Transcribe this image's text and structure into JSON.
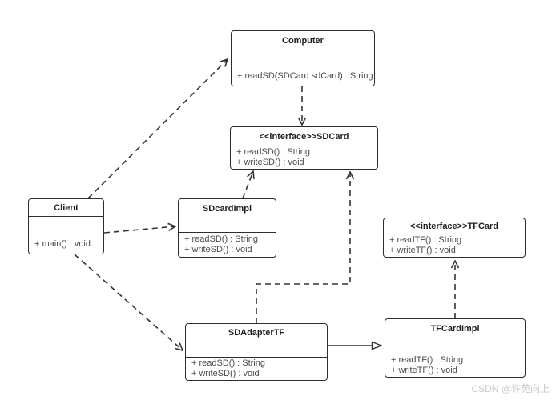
{
  "diagram": {
    "classes": [
      {
        "name": "Computer",
        "attributes": [],
        "methods": [
          "+ readSD(SDCard sdCard) : String"
        ]
      },
      {
        "name": "<<interface>>SDCard",
        "attributes": [],
        "methods": [
          "+ readSD() : String",
          "+ writeSD() : void"
        ]
      },
      {
        "name": "Client",
        "attributes": [],
        "methods": [
          "+ main() : void"
        ]
      },
      {
        "name": "SDcardImpl",
        "attributes": [],
        "methods": [
          "+ readSD() : String",
          "+ writeSD() : void"
        ]
      },
      {
        "name": "<<interface>>TFCard",
        "attributes": [],
        "methods": [
          "+ readTF() : String",
          "+ writeTF() : void"
        ]
      },
      {
        "name": "SDAdapterTF",
        "attributes": [],
        "methods": [
          "+ readSD() : String",
          "+ writeSD() : void"
        ]
      },
      {
        "name": "TFCardImpl",
        "attributes": [],
        "methods": [
          "+ readTF() : String",
          "+ writeTF() : void"
        ]
      }
    ],
    "relationships": [
      {
        "from": "Client",
        "to": "Computer",
        "type": "dependency",
        "line": "dashed",
        "arrow": "open"
      },
      {
        "from": "Computer",
        "to": "SDCard",
        "type": "dependency",
        "line": "dashed",
        "arrow": "open"
      },
      {
        "from": "SDcardImpl",
        "to": "SDCard",
        "type": "realization",
        "line": "dashed",
        "arrow": "open"
      },
      {
        "from": "Client",
        "to": "SDcardImpl",
        "type": "dependency",
        "line": "dashed",
        "arrow": "open"
      },
      {
        "from": "Client",
        "to": "SDAdapterTF",
        "type": "dependency",
        "line": "dashed",
        "arrow": "open"
      },
      {
        "from": "SDAdapterTF",
        "to": "SDCard",
        "type": "realization",
        "line": "dashed",
        "arrow": "open"
      },
      {
        "from": "SDAdapterTF",
        "to": "TFCardImpl",
        "type": "generalization",
        "line": "solid",
        "arrow": "hollow-triangle"
      },
      {
        "from": "TFCardImpl",
        "to": "TFCard",
        "type": "realization",
        "line": "dashed",
        "arrow": "open"
      }
    ],
    "colors": {
      "background": "#ffffff",
      "box_border": "#2d2d2d",
      "title_text": "#1f1f1f",
      "member_text": "#4a4a4a",
      "connector": "#333333",
      "watermark_text": "#c9c9c9"
    }
  },
  "watermark": {
    "text": "CSDN @许苑向上"
  }
}
